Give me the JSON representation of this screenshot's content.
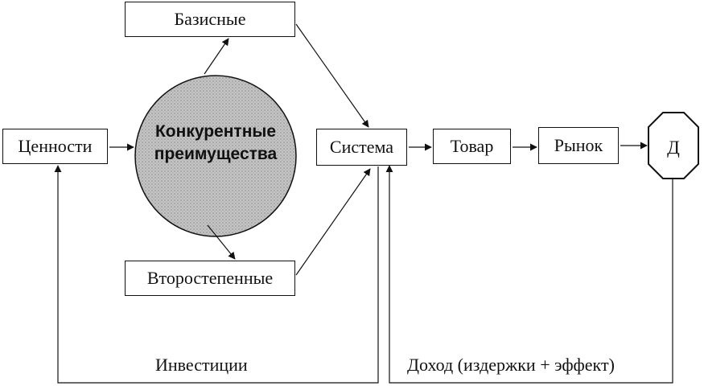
{
  "nodes": {
    "bazisnye": "Базисные",
    "tsennosti": "Ценности",
    "konkurentnye_line1": "Конкурентные",
    "konkurentnye_line2": "преимущества",
    "sistema": "Система",
    "tovar": "Товар",
    "rynok": "Рынок",
    "d": "Д",
    "vtorostepennye": "Второстепенные"
  },
  "labels": {
    "investitsii": "Инвестиции",
    "dokhod": "Доход (издержки + эффект)"
  },
  "colors": {
    "stroke": "#111111",
    "circle_fill": "#bdbdbd",
    "background": "#ffffff"
  }
}
